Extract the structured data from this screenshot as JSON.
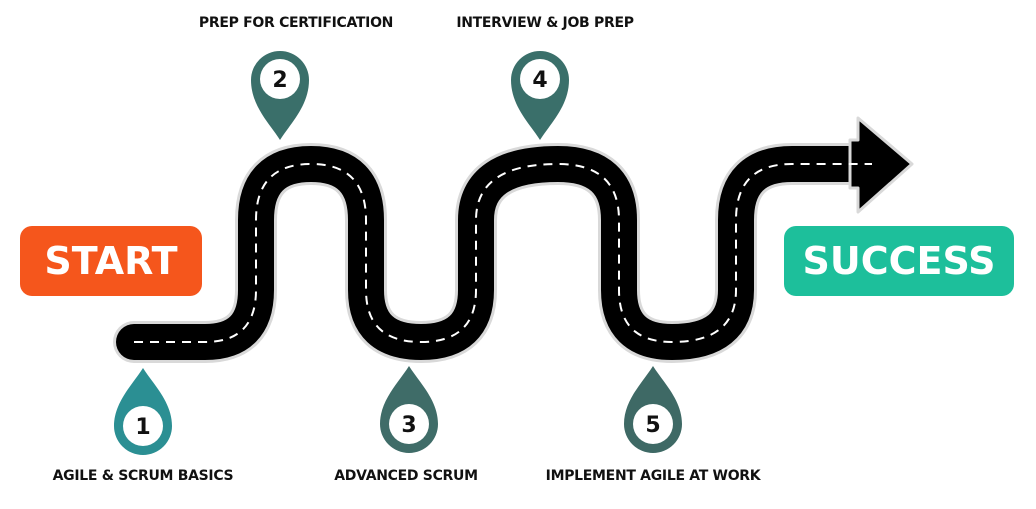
{
  "start": {
    "label": "START"
  },
  "success": {
    "label": "SUCCESS"
  },
  "steps": [
    {
      "number": "1",
      "label": "AGILE & SCRUM BASICS"
    },
    {
      "number": "2",
      "label": "PREP FOR CERTIFICATION"
    },
    {
      "number": "3",
      "label": "ADVANCED SCRUM"
    },
    {
      "number": "4",
      "label": "INTERVIEW & JOB PREP"
    },
    {
      "number": "5",
      "label": "IMPLEMENT AGILE AT WORK"
    }
  ],
  "colors": {
    "start": "#f5561c",
    "success": "#1dbf9b",
    "road": "#000000",
    "road_edge": "#d9d9d9",
    "lane": "#ffffff",
    "pin_1": "#2b8f93",
    "pin_2": "#3a6f6a",
    "pin_3": "#3f6c68",
    "pin_4": "#3a6f6a",
    "pin_5": "#3e6965",
    "number_text": "#111111"
  }
}
